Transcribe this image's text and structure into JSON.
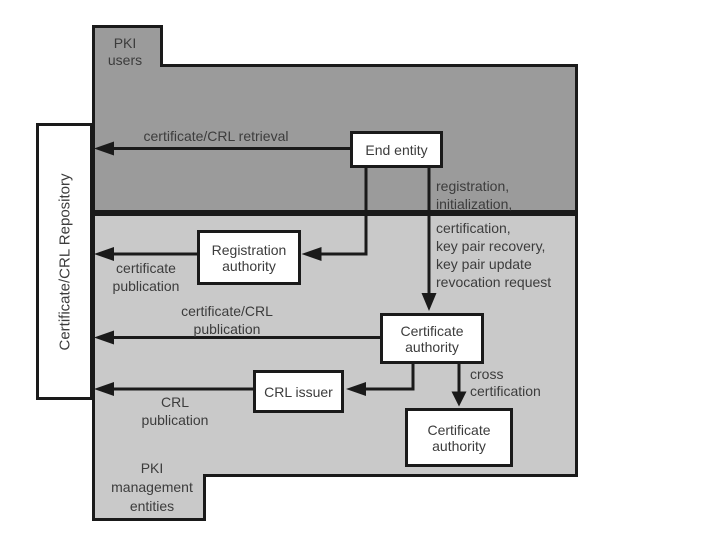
{
  "colors": {
    "pki_users_fill": "#9b9b9b",
    "pki_management_fill": "#c9c9c9",
    "line": "#1a1a1a",
    "box_fill": "#ffffff",
    "text": "#3c3c3c"
  },
  "regions": {
    "pki_users": {
      "label_lines": [
        "PKI",
        "users"
      ]
    },
    "pki_management": {
      "label_lines": [
        "PKI",
        "management",
        "entities"
      ]
    }
  },
  "repository": {
    "label": "Certificate/CRL Repository"
  },
  "nodes": {
    "end_entity": {
      "label_lines": [
        "End entity"
      ]
    },
    "registration_authority": {
      "label_lines": [
        "Registration",
        "authority"
      ]
    },
    "certificate_authority": {
      "label_lines": [
        "Certificate",
        "authority"
      ]
    },
    "crl_issuer": {
      "label_lines": [
        "CRL issuer"
      ]
    },
    "certificate_authority_2": {
      "label_lines": [
        "Certificate",
        "authority"
      ]
    }
  },
  "edge_labels": {
    "certificate_crl_retrieval": {
      "text": "certificate/CRL retrieval"
    },
    "certificate_publication": {
      "lines": [
        "certificate",
        "publication"
      ]
    },
    "certificate_crl_publication": {
      "lines": [
        "certificate/CRL",
        "publication"
      ]
    },
    "crl_publication": {
      "lines": [
        "CRL",
        "publication"
      ]
    },
    "end_entity_requests": {
      "lines": [
        "registration,",
        "initialization,",
        "certification,",
        "key pair recovery,",
        "key pair update",
        "revocation request"
      ]
    },
    "cross_certification": {
      "lines": [
        "cross",
        "certification"
      ]
    }
  }
}
